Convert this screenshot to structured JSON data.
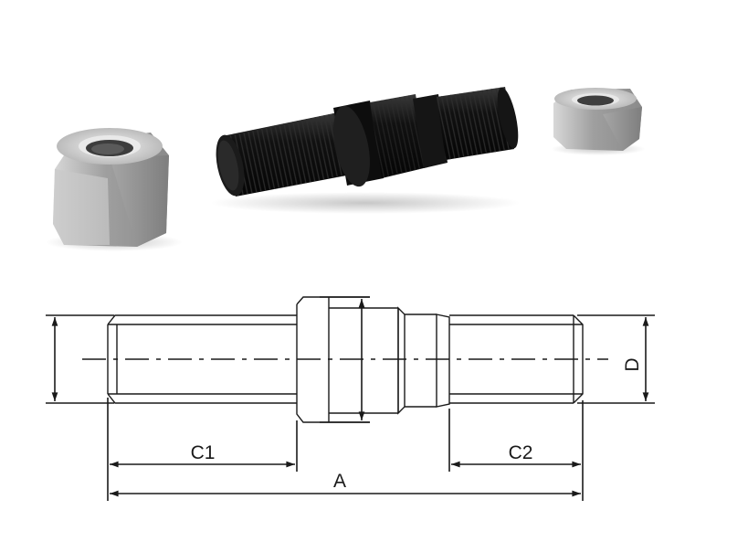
{
  "figure": {
    "subject": "Double-ended wheel stud with two hex nuts",
    "photo": {
      "items": [
        {
          "name": "large-hex-nut",
          "finish": "zinc-silver",
          "position": "left"
        },
        {
          "name": "threaded-stud",
          "finish": "black",
          "position": "center"
        },
        {
          "name": "small-hex-nut",
          "finish": "zinc-silver",
          "position": "right"
        }
      ]
    },
    "drawing": {
      "dimensions": {
        "overall_length": "A",
        "left_thread_length": "C1",
        "right_thread_length": "C2",
        "thread_diameter": "D"
      }
    },
    "colors": {
      "line": "#1a1a1a",
      "stud_black": "#141414",
      "nut_silver": "#b9b9b9",
      "background": "#ffffff"
    }
  }
}
